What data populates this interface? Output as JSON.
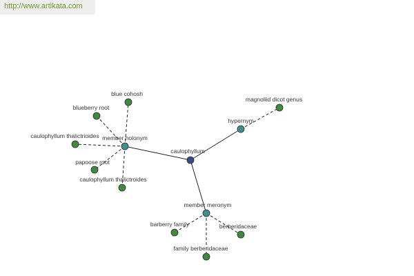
{
  "url_banner": {
    "text": "http://www.artikata.com"
  },
  "colors": {
    "center_node": "#3a4a8a",
    "relation_node": "#3f8f8f",
    "leaf_node": "#3f8a3f",
    "node_stroke": "#2a2a2a",
    "edge": "#222222",
    "url_text": "#6b9b2a",
    "url_background": "#eeeeee"
  },
  "graph": {
    "center": {
      "label": "caulophyllum"
    },
    "relations": [
      {
        "label": "hypernym",
        "leaves": [
          "magnoliid dicot genus"
        ]
      },
      {
        "label": "member holonym",
        "leaves": [
          "blue cohosh",
          "blueberry root",
          "caulophyllum thalictrioides",
          "papoose root",
          "caulophyllum thalictroides"
        ]
      },
      {
        "label": "member meronym",
        "leaves": [
          "barberry family",
          "berberidaceae",
          "family berberidaceae"
        ]
      }
    ]
  }
}
